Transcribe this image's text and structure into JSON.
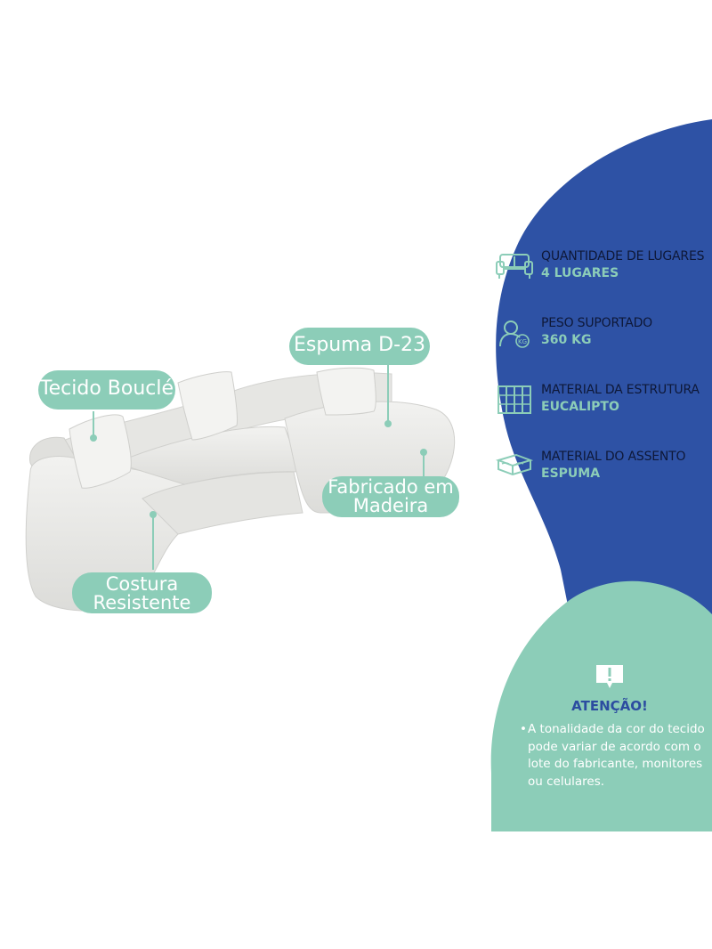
{
  "colors": {
    "navy": "#2e52a5",
    "mint": "#8ccdb8",
    "sofa": "#ebebe9",
    "label_dark": "#0e1838"
  },
  "callouts": {
    "espuma": "Espuma D-23",
    "tecido": "Tecido Bouclé",
    "fabricado_1": "Fabricado em",
    "fabricado_2": "Madeira",
    "costura_1": "Costura",
    "costura_2": "Resistente"
  },
  "specs": [
    {
      "icon": "sofa-icon",
      "label": "QUANTIDADE DE LUGARES",
      "value": "4 LUGARES"
    },
    {
      "icon": "weight-icon",
      "label": "PESO SUPORTADO",
      "value": "360 KG"
    },
    {
      "icon": "wood-structure-icon",
      "label": "MATERIAL DA ESTRUTURA",
      "value": "EUCALIPTO"
    },
    {
      "icon": "foam-icon",
      "label": "MATERIAL DO ASSENTO",
      "value": "ESPUMA"
    }
  ],
  "warning": {
    "icon": "alert-icon",
    "title": "ATENÇÃO!",
    "bullet": "•",
    "text": "A tonalidade da cor do tecido pode variar de acordo com o lote do fabricante, monitores ou celulares."
  }
}
